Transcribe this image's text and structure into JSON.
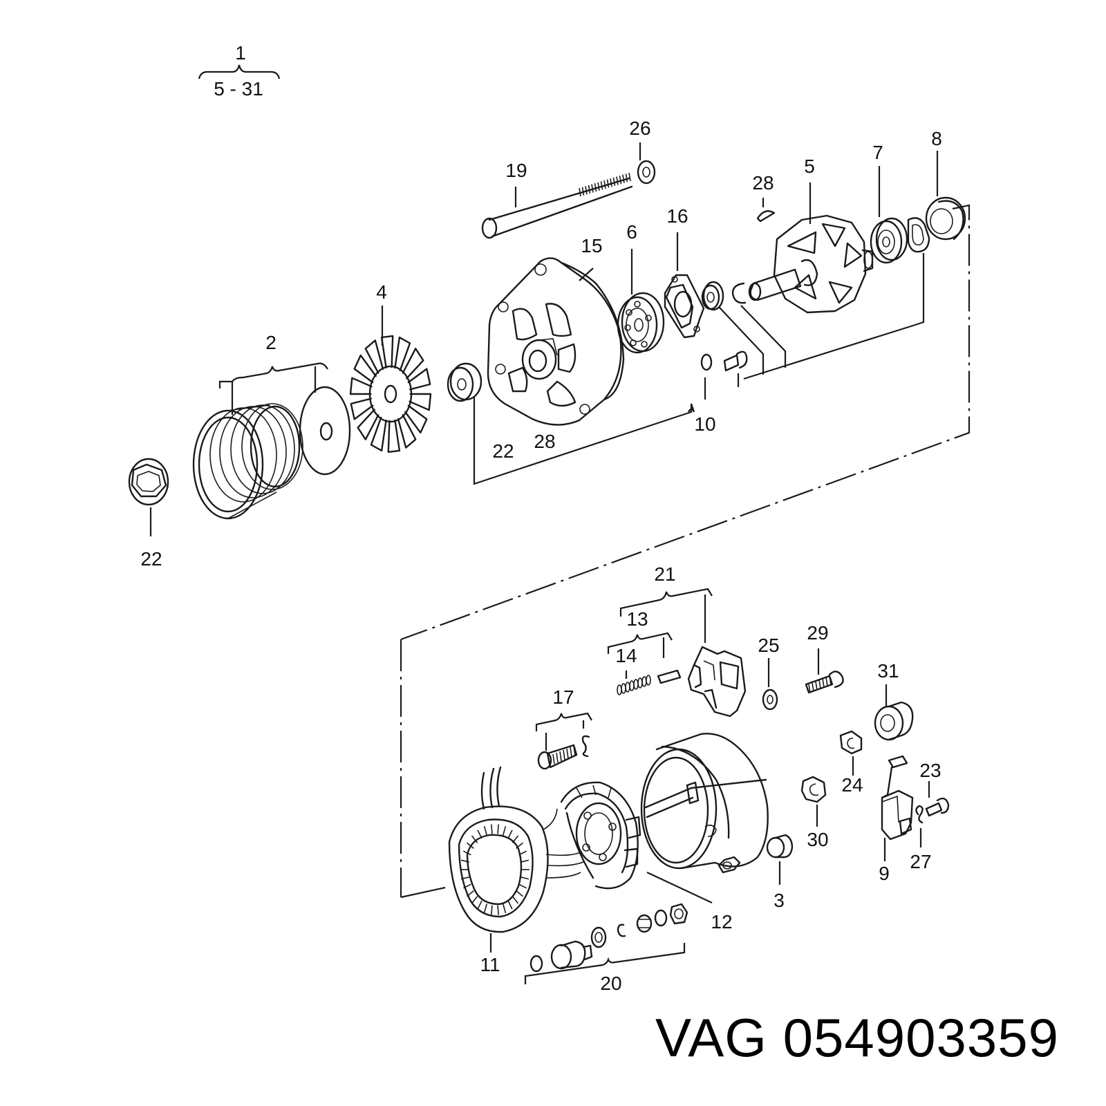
{
  "caption": {
    "brand": "VAG",
    "part_number": "054903359"
  },
  "callouts": {
    "c1": "1",
    "c1_range": "5 - 31",
    "c2": "2",
    "c3": "3",
    "c4": "4",
    "c5": "5",
    "c6": "6",
    "c7": "7",
    "c8": "8",
    "c9": "9",
    "c10": "10",
    "c11": "11",
    "c12": "12",
    "c13": "13",
    "c14": "14",
    "c15": "15",
    "c16": "16",
    "c17": "17",
    "c19": "19",
    "c20": "20",
    "c21": "21",
    "c22a": "22",
    "c22b": "22",
    "c23": "23",
    "c24": "24",
    "c25": "25",
    "c26": "26",
    "c27": "27",
    "c28a": "28",
    "c28b": "28",
    "c29": "29",
    "c30": "30",
    "c31": "31"
  },
  "icons": {
    "pulley": "pulley-icon",
    "fan": "fan-icon",
    "bearing": "bearing-icon",
    "rotor": "rotor-icon",
    "stator": "stator-icon",
    "rectifier": "rectifier-icon",
    "housing": "housing-icon",
    "regulator": "regulator-icon",
    "nut": "nut-icon",
    "bolt": "bolt-icon",
    "washer": "washer-icon"
  }
}
